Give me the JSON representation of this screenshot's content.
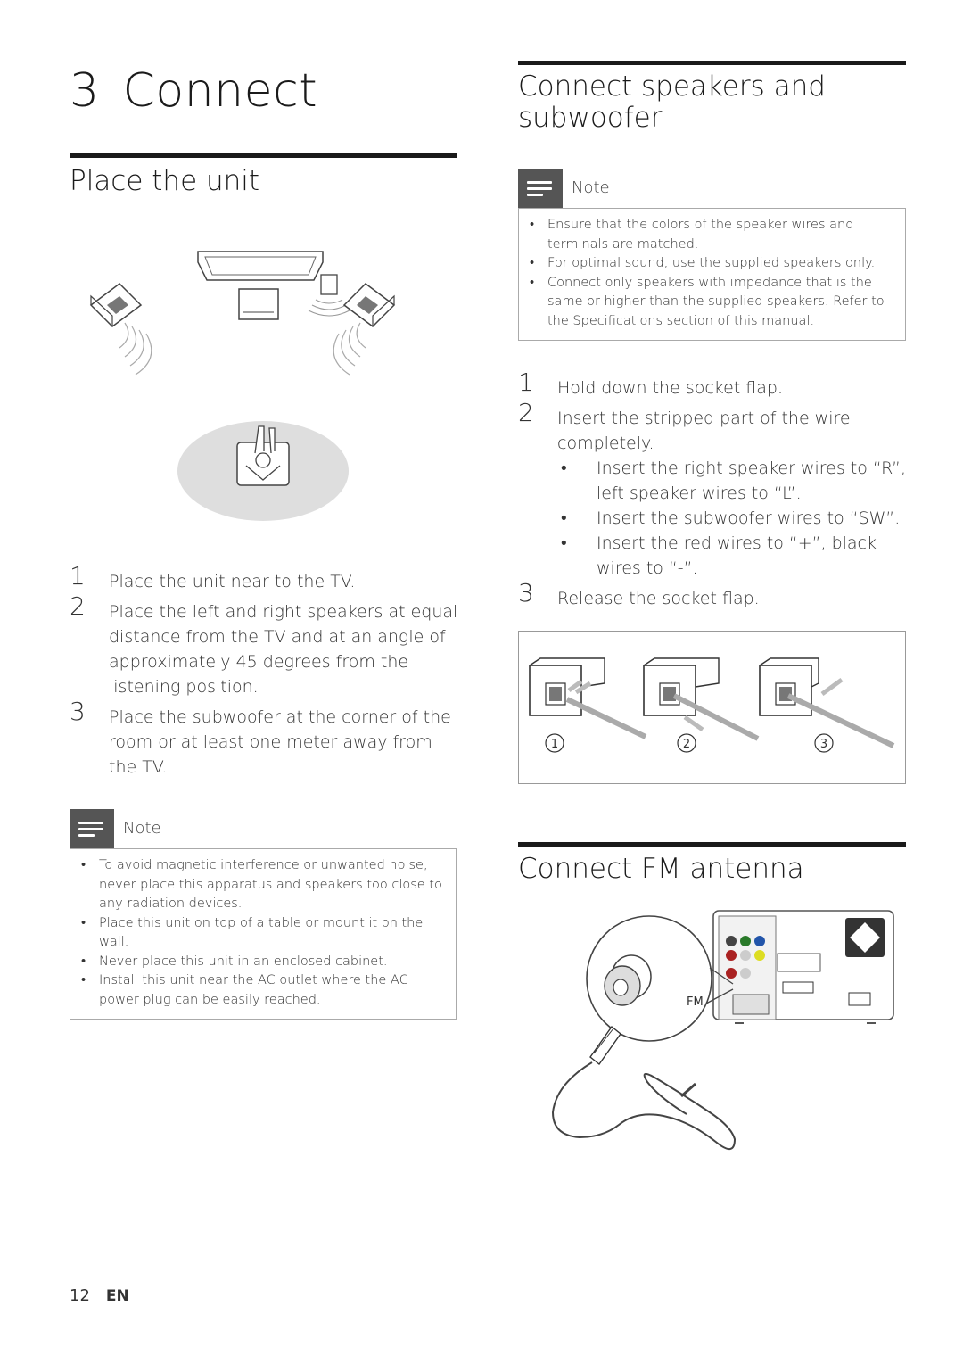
{
  "chapter": {
    "number": "3",
    "title": "Connect"
  },
  "place_unit": {
    "heading": "Place the unit",
    "steps": [
      {
        "n": "1",
        "text": "Place the unit near to the TV."
      },
      {
        "n": "2",
        "text": "Place the left and right speakers at equal distance from the TV and at an angle of approximately 45 degrees from the listening position."
      },
      {
        "n": "3",
        "text": "Place the subwoofer at the corner of the room or at least one meter away from the TV."
      }
    ],
    "note": {
      "label": "Note",
      "items": [
        "To avoid magnetic interference or unwanted noise, never place this apparatus and speakers too close to any radiation devices.",
        "Place this unit on top of a table or mount it on the wall.",
        "Never place this unit in an enclosed cabinet.",
        "Install this unit near the AC outlet where the AC power plug can be easily reached."
      ]
    }
  },
  "speakers": {
    "heading_line1": "Connect speakers and",
    "heading_line2": "subwoofer",
    "note": {
      "label": "Note",
      "items": [
        "Ensure that the colors of the speaker wires and terminals are matched.",
        "For optimal sound, use the supplied speakers only.",
        "Connect only speakers with impedance that is the same or higher than the supplied speakers. Refer to the Specifications section of this manual."
      ]
    },
    "steps": [
      {
        "n": "1",
        "text": "Hold down the socket flap."
      },
      {
        "n": "2",
        "text": "Insert the stripped part of the wire completely."
      },
      {
        "n": "3",
        "text": "Release the socket flap."
      }
    ],
    "substeps": [
      "Insert the right speaker wires to “R”, left speaker wires to “L”.",
      "Insert the subwoofer wires to “SW”.",
      "Insert the red wires to “+”, black wires to “-”."
    ],
    "figure_labels": [
      "1",
      "2",
      "3"
    ]
  },
  "fm": {
    "heading": "Connect FM antenna",
    "fm_label": "FM"
  },
  "footer": {
    "page": "12",
    "lang": "EN"
  }
}
